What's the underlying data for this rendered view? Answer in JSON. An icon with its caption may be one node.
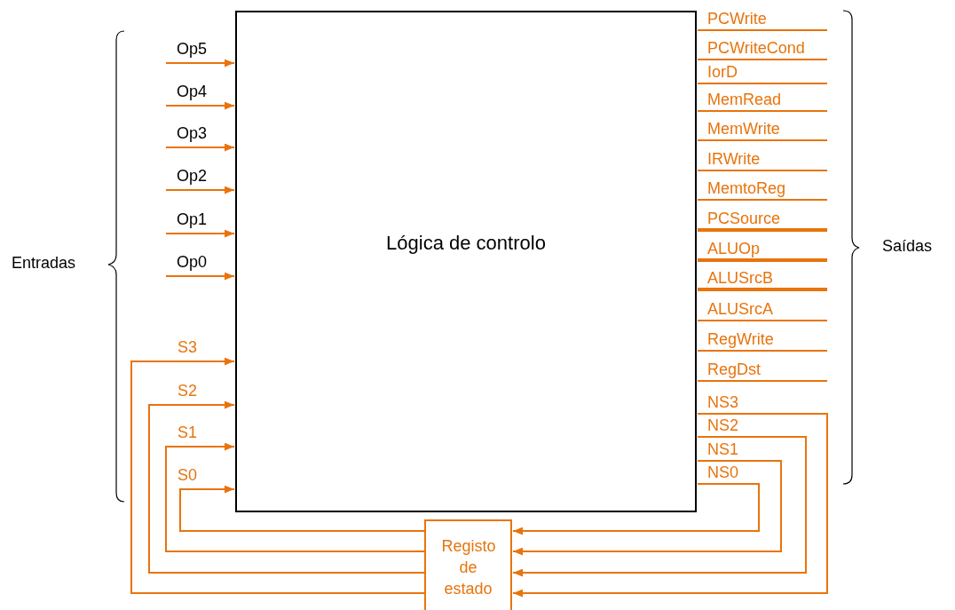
{
  "diagram": {
    "nodes": [
      {
        "text": [
          "Lógica de controlo"
        ]
      },
      {
        "text": [
          "Registo de estado"
        ]
      }
    ],
    "edges": [
      {
        "from": null,
        "to": 0,
        "arrow": "to",
        "label": "Op5"
      },
      {
        "from": null,
        "to": 0,
        "arrow": "to",
        "label": "Op4"
      },
      {
        "from": null,
        "to": 0,
        "arrow": "to",
        "label": "Op3"
      },
      {
        "from": null,
        "to": 0,
        "arrow": "to",
        "label": "Op2"
      },
      {
        "from": null,
        "to": 0,
        "arrow": "to",
        "label": "Op1"
      },
      {
        "from": null,
        "to": 0,
        "arrow": "to",
        "label": "Op0"
      },
      {
        "from": 1,
        "to": 0,
        "arrow": "to",
        "label": "S3"
      },
      {
        "from": 1,
        "to": 0,
        "arrow": "to",
        "label": "S2"
      },
      {
        "from": 1,
        "to": 0,
        "arrow": "to",
        "label": "S1"
      },
      {
        "from": 1,
        "to": 0,
        "arrow": "to",
        "label": "S0"
      },
      {
        "from": 0,
        "to": null,
        "arrow": "none",
        "label": "PCWrite"
      },
      {
        "from": 0,
        "to": null,
        "arrow": "none",
        "label": "PCWriteCond"
      },
      {
        "from": 0,
        "to": null,
        "arrow": "none",
        "label": "IorD"
      },
      {
        "from": 0,
        "to": null,
        "arrow": "none",
        "label": "MemRead"
      },
      {
        "from": 0,
        "to": null,
        "arrow": "none",
        "label": "MemWrite"
      },
      {
        "from": 0,
        "to": null,
        "arrow": "none",
        "label": "IRWrite"
      },
      {
        "from": 0,
        "to": null,
        "arrow": "none",
        "label": "MemtoReg"
      },
      {
        "from": 0,
        "to": null,
        "arrow": "none",
        "label": "PCSource",
        "style": "thick"
      },
      {
        "from": 0,
        "to": null,
        "arrow": "none",
        "label": "ALUOp",
        "style": "thick"
      },
      {
        "from": 0,
        "to": null,
        "arrow": "none",
        "label": "ALUSrcB",
        "style": "thick"
      },
      {
        "from": 0,
        "to": null,
        "arrow": "none",
        "label": "ALUSrcA"
      },
      {
        "from": 0,
        "to": null,
        "arrow": "none",
        "label": "RegWrite"
      },
      {
        "from": 0,
        "to": null,
        "arrow": "none",
        "label": "RegDst"
      },
      {
        "from": 0,
        "to": 1,
        "arrow": "to",
        "label": "NS3"
      },
      {
        "from": 0,
        "to": 1,
        "arrow": "to",
        "label": "NS2"
      },
      {
        "from": 0,
        "to": 1,
        "arrow": "to",
        "label": "NS1"
      },
      {
        "from": 0,
        "to": 1,
        "arrow": "to",
        "label": "NS0"
      }
    ],
    "labels": [
      "Entradas",
      "Saídas"
    ]
  }
}
